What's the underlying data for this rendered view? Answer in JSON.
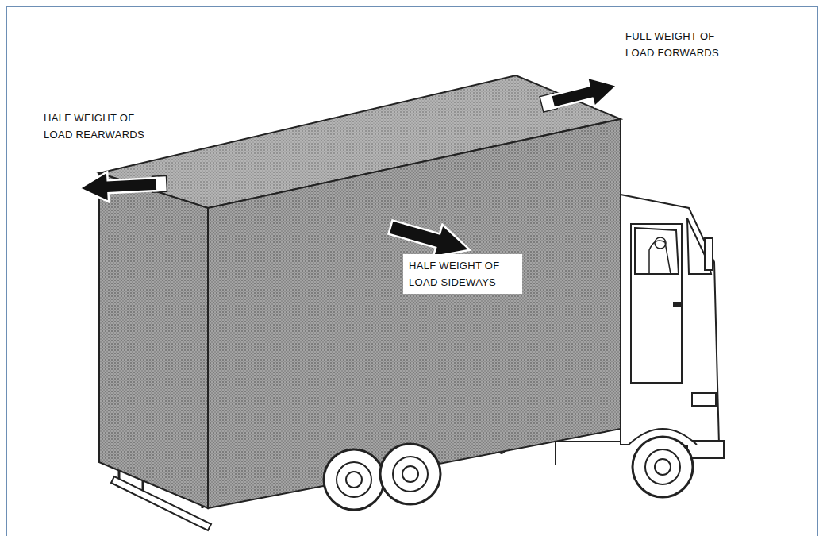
{
  "diagram": {
    "labels": [
      "HALF WEIGHT OF LOAD REARWARDS",
      "FULL WEIGHT OF LOAD FORWARDS",
      "HALF WEIGHT OF LOAD SIDEWAYS"
    ]
  }
}
